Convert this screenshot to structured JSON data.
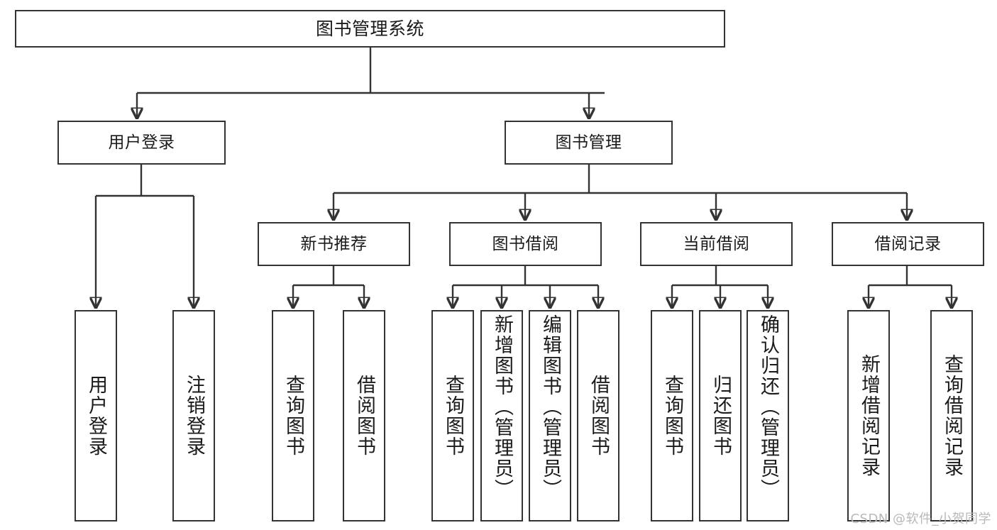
{
  "diagram": {
    "type": "tree",
    "title": "图书管理系统",
    "root": {
      "id": "root",
      "label": "图书管理系统"
    },
    "level1": [
      {
        "id": "user-login",
        "label": "用户登录"
      },
      {
        "id": "book-management",
        "label": "图书管理"
      }
    ],
    "level2": [
      {
        "id": "new-book-recommend",
        "label": "新书推荐",
        "parent": "book-management"
      },
      {
        "id": "book-borrow",
        "label": "图书借阅",
        "parent": "book-management"
      },
      {
        "id": "current-borrow",
        "label": "当前借阅",
        "parent": "book-management"
      },
      {
        "id": "borrow-record",
        "label": "借阅记录",
        "parent": "book-management"
      }
    ],
    "leaves": {
      "user-login": [
        {
          "id": "leaf-user-login",
          "label": "用户登录"
        },
        {
          "id": "leaf-user-logout",
          "label": "注销登录"
        }
      ],
      "new-book-recommend": [
        {
          "id": "leaf-query-book-1",
          "label": "查询图书"
        },
        {
          "id": "leaf-borrow-book-1",
          "label": "借阅图书"
        }
      ],
      "book-borrow": [
        {
          "id": "leaf-query-book-2",
          "label": "查询图书"
        },
        {
          "id": "leaf-add-book",
          "label": "新增图书（管理员）"
        },
        {
          "id": "leaf-edit-book",
          "label": "编辑图书（管理员）"
        },
        {
          "id": "leaf-borrow-book-2",
          "label": "借阅图书"
        }
      ],
      "current-borrow": [
        {
          "id": "leaf-query-book-3",
          "label": "查询图书"
        },
        {
          "id": "leaf-return-book",
          "label": "归还图书"
        },
        {
          "id": "leaf-confirm-return",
          "label": "确认归还（管理员）"
        }
      ],
      "borrow-record": [
        {
          "id": "leaf-add-record",
          "label": "新增借阅记录"
        },
        {
          "id": "leaf-query-record",
          "label": "查询借阅记录"
        }
      ]
    },
    "watermark": "CSDN @软件_小贺同学",
    "colors": {
      "stroke": "#333333",
      "background": "#ffffff",
      "text": "#1a1a1a",
      "watermark": "#b9b9b9"
    }
  }
}
